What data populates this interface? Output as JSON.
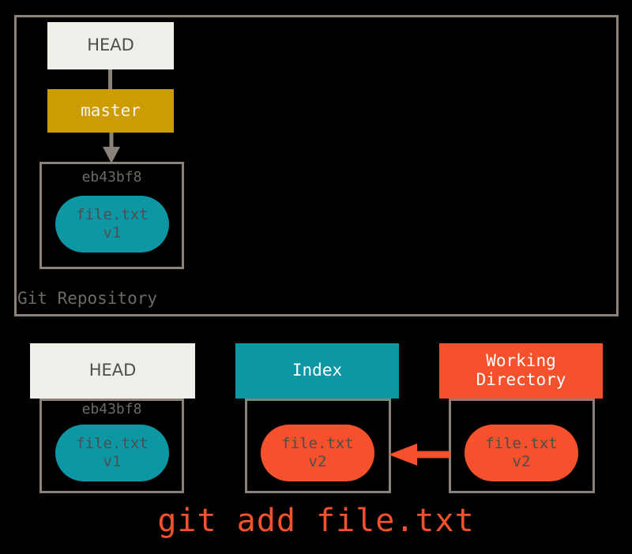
{
  "diagram": {
    "title_command": "git add file.txt",
    "colors": {
      "teal": "#0d97a4",
      "orange": "#f4512c",
      "gold": "#cc9c00",
      "cream": "#efefe9",
      "border_gray": "#8a8178",
      "text_gray": "#4d4d4d",
      "background": "#000000"
    }
  },
  "repository": {
    "label": "Git Repository",
    "head_label": "HEAD",
    "branch_label": "master",
    "commit_id": "eb43bf8",
    "blob": {
      "filename": "file.txt",
      "version": "v1"
    }
  },
  "stages": {
    "head": {
      "title": "HEAD",
      "commit_id": "eb43bf8",
      "blob": {
        "filename": "file.txt",
        "version": "v1"
      }
    },
    "index": {
      "title": "Index",
      "blob": {
        "filename": "file.txt",
        "version": "v2"
      }
    },
    "working_directory": {
      "title": "Working\nDirectory",
      "blob": {
        "filename": "file.txt",
        "version": "v2"
      }
    }
  },
  "caption": {
    "command": "git add file.txt"
  }
}
